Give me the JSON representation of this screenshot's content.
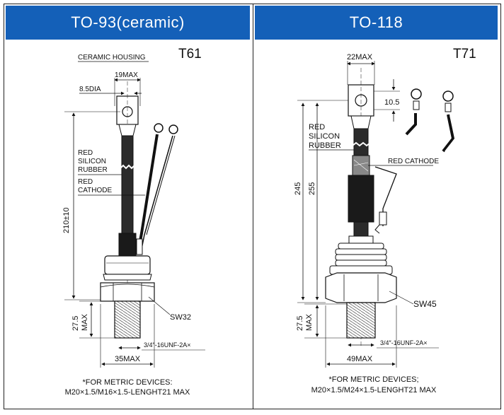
{
  "accent_color": "#1460b8",
  "left": {
    "header": "TO-93(ceramic)",
    "model": "T61",
    "housing_label": "CERAMIC HOUSING",
    "dim_19max": "19MAX",
    "dim_dia": "8.5DIA",
    "label_red_silicon": "RED",
    "label_silicon": "SILICON",
    "label_rubber": "RUBBER",
    "label_red_cathode_1": "RED",
    "label_red_cathode_2": "CATHODE",
    "dim_length": "210±10",
    "dim_thread_len_1": "27.5",
    "dim_thread_len_2": "MAX",
    "sw_label": "SW32",
    "thread_label": "3/4″-16UNF-2A×",
    "dim_35max": "35MAX",
    "note_1": "*FOR METRIC DEVICES:",
    "note_2": "M20×1.5/M16×1.5-LENGHT21 MAX"
  },
  "right": {
    "header": "TO-118",
    "model": "T71",
    "dim_22max": "22MAX",
    "dim_105": "10.5",
    "label_red": "RED",
    "label_silicon": "SILICON",
    "label_rubber": "RUBBER",
    "label_red_cathode": "RED CATHODE",
    "dim_245": "245",
    "dim_255": "255",
    "dim_thread_len_1": "27.5",
    "dim_thread_len_2": "MAX",
    "sw_label": "SW45",
    "thread_label": "3/4″-16UNF-2A×",
    "dim_49max": "49MAX",
    "note_1": "*FOR METRIC DEVICES;",
    "note_2": "M20×1.5/M24×1.5-LENGHT21 MAX"
  }
}
